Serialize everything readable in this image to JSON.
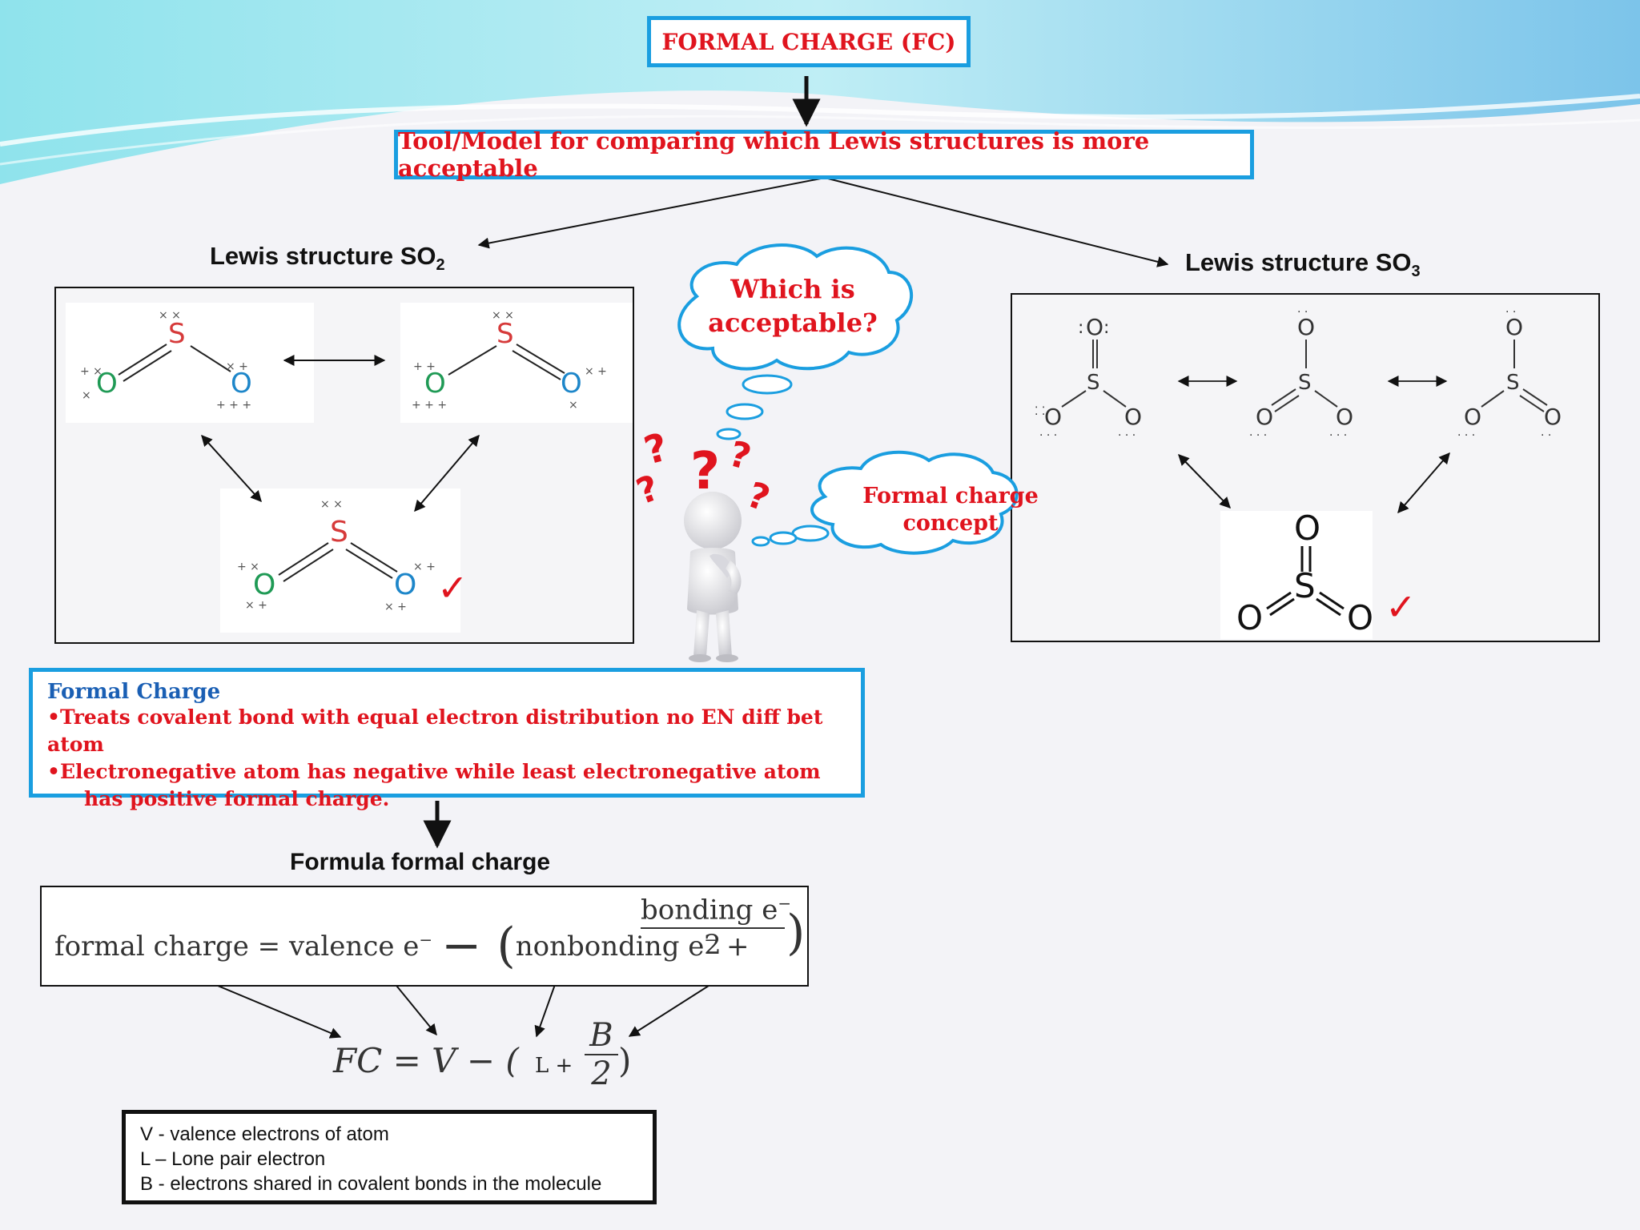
{
  "title": "FORMAL CHARGE (FC)",
  "subtitle": "Tool/Model for comparing which Lewis structures is more acceptable",
  "so2": {
    "heading": "Lewis structure SO",
    "heading_sub": "2",
    "atom_s": "S",
    "atom_o": "O"
  },
  "so3": {
    "heading": "Lewis structure SO",
    "heading_sub": "3",
    "atom_s": "S",
    "atom_o": "O"
  },
  "cloud_question": {
    "line1": "Which is",
    "line2": "acceptable?"
  },
  "cloud_concept": {
    "line1": "Formal charge",
    "line2": "concept"
  },
  "check_mark": "✓",
  "question_marks": "?",
  "info": {
    "title": "Formal Charge",
    "bullet1": "•Treats covalent bond with equal electron distribution no EN diff bet atom",
    "bullet2": "•Electronegative atom has negative while least electronegative atom",
    "bullet2_cont": "has positive formal charge."
  },
  "formula_heading": "Formula formal charge",
  "formula": {
    "lhs": "formal charge = valence e",
    "minus_sign": "−",
    "nonbonding": "nonbonding e",
    "bonding": "bonding e",
    "two": "2",
    "fc_lhs": "FC = V − (",
    "fc_l": "L +",
    "fc_b": "B",
    "fc_two": "2",
    "fc_close": ")"
  },
  "legend": {
    "v": "V - valence electrons of atom",
    "l": "L – Lone pair electron",
    "b": "B - electrons shared in covalent bonds in the molecule"
  },
  "colors": {
    "border_blue": "#1a9ee0",
    "text_red": "#e0141e",
    "title_blue": "#1a5fb4",
    "sulfur": "#d63a3a",
    "oxygen_green": "#1f9a55",
    "oxygen_blue": "#1d86c9"
  }
}
